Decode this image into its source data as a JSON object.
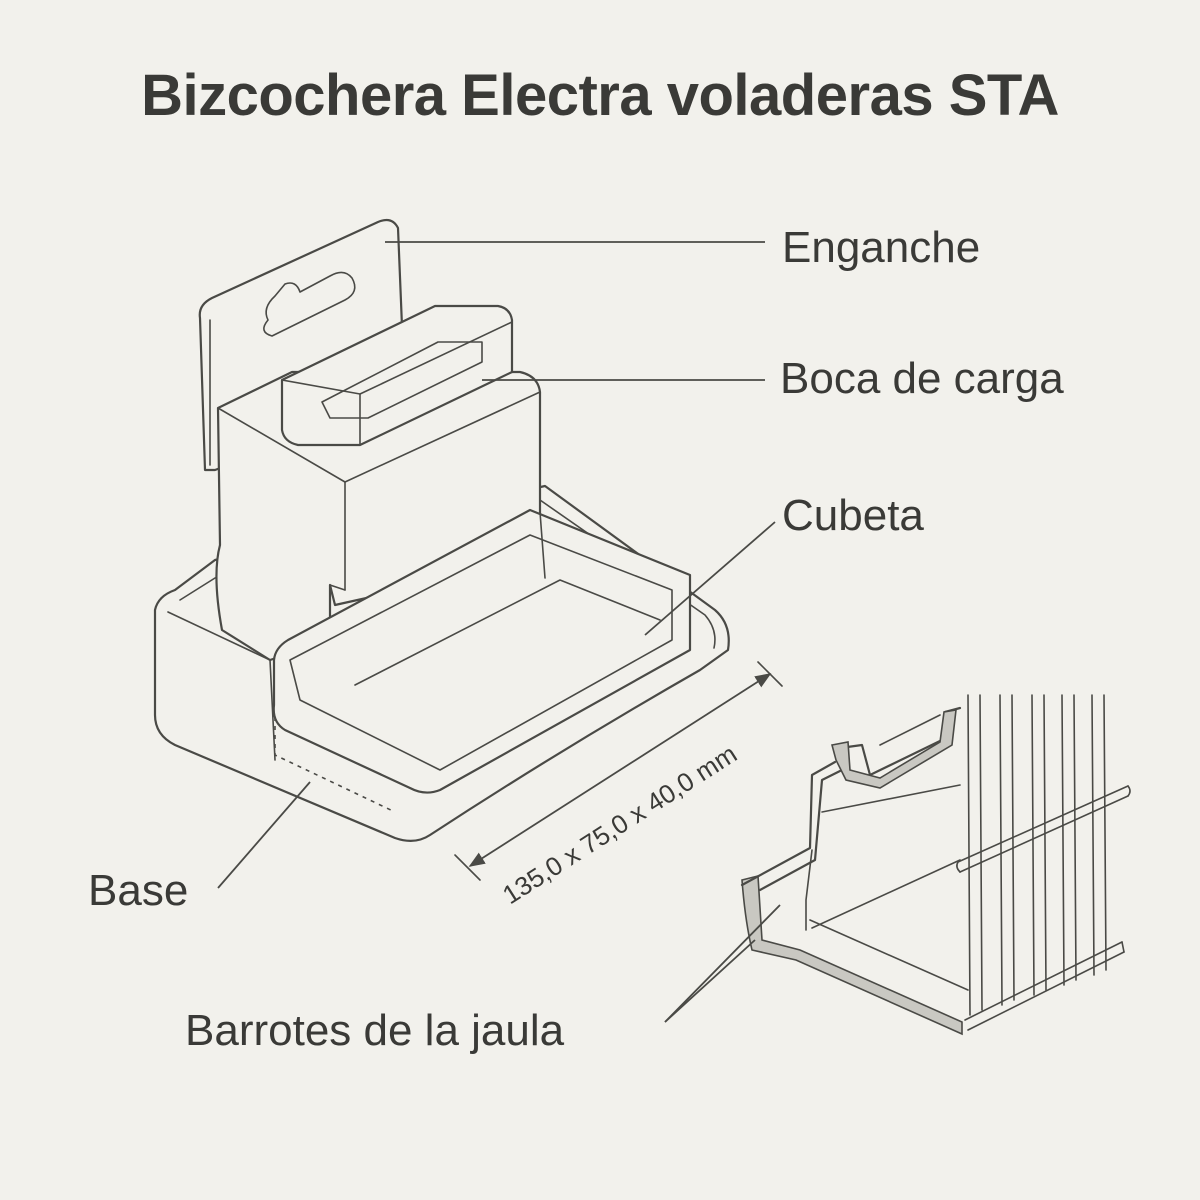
{
  "title": "Bizcochera Electra voladeras STA",
  "labels": {
    "enganche": "Enganche",
    "boca": "Boca de carga",
    "cubeta": "Cubeta",
    "base": "Base",
    "barrotes": "Barrotes de la jaula"
  },
  "dimension": "135,0 x 75,0 x 40,0 mm"
}
